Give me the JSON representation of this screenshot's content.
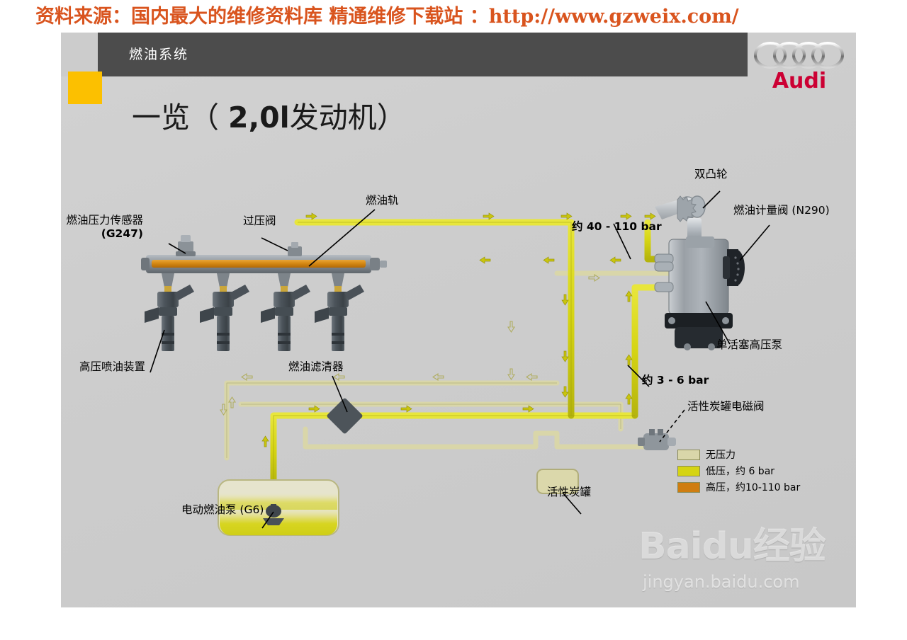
{
  "source_banner": "资料来源：国内最大的维修资料库 精通维修下载站 ：http://www.gzweix.com/",
  "header": {
    "title": "燃油系统",
    "brand": "Audi",
    "brand_logo": "audi-four-rings-icon"
  },
  "slide": {
    "title_prefix": "一览（ ",
    "title_bold": "2,0l",
    "title_suffix": "发动机）"
  },
  "labels": {
    "fuel_pressure_sensor": "燃油压力传感器",
    "fuel_pressure_sensor_code": "(G247)",
    "overpressure_valve": "过压阀",
    "fuel_rail": "燃油轨",
    "high_pressure_injector": "高压喷油装置",
    "fuel_filter": "燃油滤清器",
    "electric_fuel_pump": "电动燃油泵 (G6)",
    "double_cam": "双凸轮",
    "fuel_metering_valve": "燃油计量阀 (N290)",
    "single_piston_hp_pump": "单活塞高压泵",
    "carbon_canister_solenoid": "活性炭罐电磁阀",
    "carbon_canister": "活性炭罐",
    "pressure_high_range": "约 40 - 110 bar",
    "pressure_low_range": "约 3 - 6 bar"
  },
  "legend": {
    "items": [
      {
        "label": "无压力",
        "color": "#d9d6a9"
      },
      {
        "label": "低压，约 6 bar",
        "color": "#d5d413"
      },
      {
        "label": "高压，约10-110 bar",
        "color": "#cf7d10"
      }
    ]
  },
  "watermark": {
    "main": "Baidu经验",
    "sub": "jingyan.baidu.com"
  },
  "colors": {
    "no_pressure": "#d9d6a9",
    "low_pressure": "#d5d413",
    "high_pressure": "#cf7d10",
    "accent_yellow": "#fcc000",
    "header_bar": "#4c4c4c",
    "brand_red": "#cc0033",
    "slide_bg": "#cfcfcf",
    "metal_grey": "#7c8288",
    "dark_part": "#3f474d"
  }
}
